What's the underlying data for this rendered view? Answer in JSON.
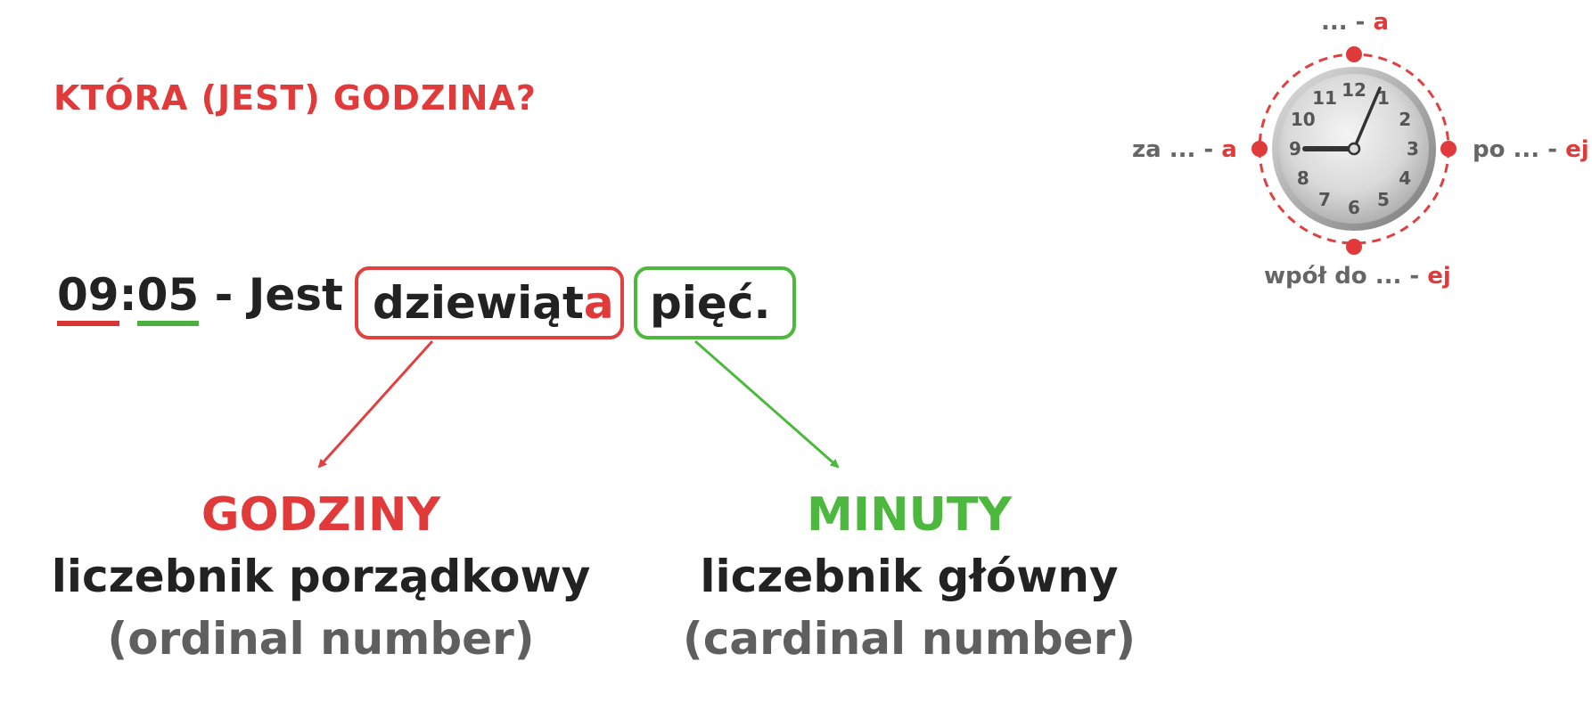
{
  "title": "KTÓRA (JEST) GODZINA?",
  "sentence": {
    "hour": "09",
    "colon": ":",
    "minute": "05",
    "dash_text": " - Jest",
    "ordinal_stem": "dziewiąt",
    "ordinal_ending": "a",
    "cardinal": "pięć."
  },
  "left_column": {
    "category": "GODZINY",
    "description": "liczebnik porządkowy",
    "english": "(ordinal number)"
  },
  "right_column": {
    "category": "MINUTY",
    "description": "liczebnik główny",
    "english": "(cardinal number)"
  },
  "clock": {
    "top": {
      "prefix": "... - ",
      "ending": "a"
    },
    "left": {
      "prefix": "za ... - ",
      "ending": "a"
    },
    "right": {
      "prefix": "po ... - ",
      "ending": "ej"
    },
    "bottom": {
      "prefix": "wpół do ... - ",
      "ending": "ej"
    },
    "numbers": [
      "12",
      "1",
      "2",
      "3",
      "4",
      "5",
      "6",
      "7",
      "8",
      "9",
      "10",
      "11"
    ]
  },
  "colors": {
    "red": "#e03a3a",
    "green": "#4cb83e",
    "gray": "#5f5f5f",
    "dark": "#222222"
  }
}
